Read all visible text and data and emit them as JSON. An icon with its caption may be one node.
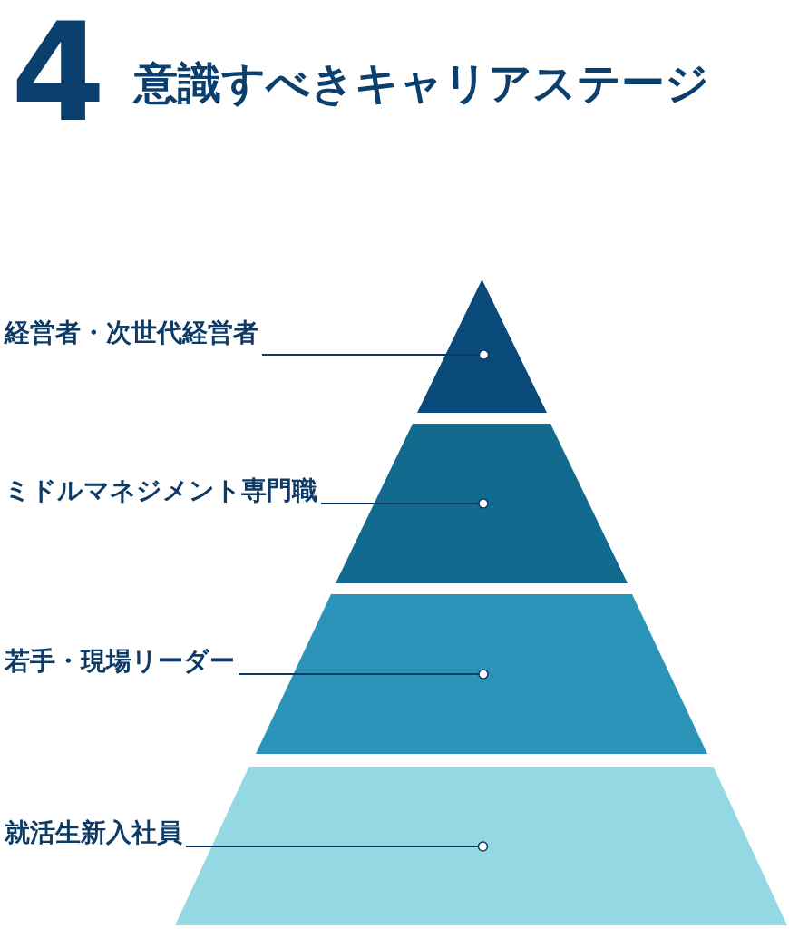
{
  "diagram": {
    "title": "意識すべきキャリアステージ",
    "nodes": [
      {
        "text": [
          "経営者・次世代経営者"
        ]
      },
      {
        "text": [],
        "shape": "triangle"
      },
      {
        "text": [
          "ミドルマネジメント専門職"
        ]
      },
      {
        "text": [],
        "shape": "trapezoid"
      },
      {
        "text": [
          "若手・現場リーダー"
        ]
      },
      {
        "text": [],
        "shape": "trapezoid"
      },
      {
        "text": [
          "就活生新入社員"
        ]
      },
      {
        "text": [],
        "shape": "trapezoid"
      }
    ],
    "edges": [
      {
        "from": 0,
        "to": 1,
        "arrow": "other"
      },
      {
        "from": 2,
        "to": 3,
        "arrow": "other"
      },
      {
        "from": 4,
        "to": 5,
        "arrow": "other"
      },
      {
        "from": 6,
        "to": 7,
        "arrow": "other"
      }
    ],
    "labels": [
      "4"
    ]
  }
}
